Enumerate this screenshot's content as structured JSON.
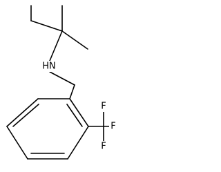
{
  "molecule": {
    "atoms": {
      "nh": "HN",
      "f_top": "F",
      "f_right": "F",
      "f_bottom": "F"
    },
    "colors": {
      "bond": "#000000",
      "text": "#000000",
      "background": "#ffffff"
    }
  }
}
